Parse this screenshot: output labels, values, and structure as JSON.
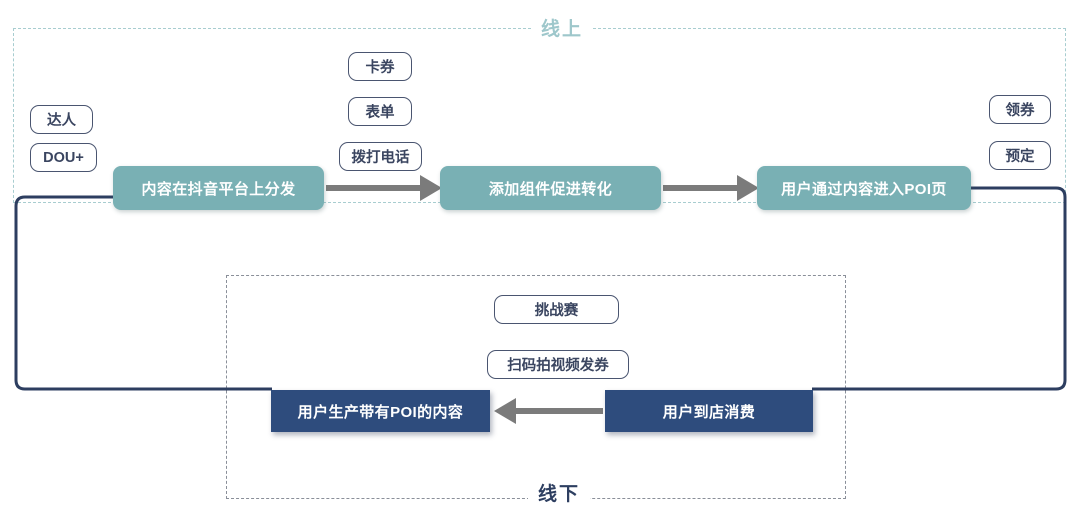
{
  "diagram": {
    "regions": {
      "online": {
        "title": "线上",
        "border_color": "#a8cdd0"
      },
      "offline": {
        "title": "线下",
        "border_color": "#8a8f99"
      }
    },
    "process_boxes": [
      {
        "id": "distribute",
        "label": "内容在抖音平台上分发",
        "color": "#79b0b4"
      },
      {
        "id": "component",
        "label": "添加组件促进转化",
        "color": "#79b0b4"
      },
      {
        "id": "poi",
        "label": "用户通过内容进入POI页",
        "color": "#79b0b4"
      },
      {
        "id": "ugc",
        "label": "用户生产带有POI的内容",
        "color": "#2e4c7d"
      },
      {
        "id": "offline_consume",
        "label": "用户到店消费",
        "color": "#2e4c7d"
      }
    ],
    "tags": [
      {
        "id": "daren",
        "label": "达人"
      },
      {
        "id": "douplus",
        "label": "DOU+"
      },
      {
        "id": "card",
        "label": "卡券"
      },
      {
        "id": "form",
        "label": "表单"
      },
      {
        "id": "call",
        "label": "拨打电话"
      },
      {
        "id": "coupon",
        "label": "领券"
      },
      {
        "id": "reserve",
        "label": "预定"
      },
      {
        "id": "challenge",
        "label": "挑战赛"
      },
      {
        "id": "scan",
        "label": "扫码拍视频发券"
      }
    ],
    "colors": {
      "teal_box": "#79b0b4",
      "navy_box": "#2e4c7d",
      "arrow_gray": "#7b7b7b",
      "loop_line_navy": "#2d3e60",
      "online_dash": "#a8cdd0",
      "offline_dash": "#8a8f99"
    }
  }
}
